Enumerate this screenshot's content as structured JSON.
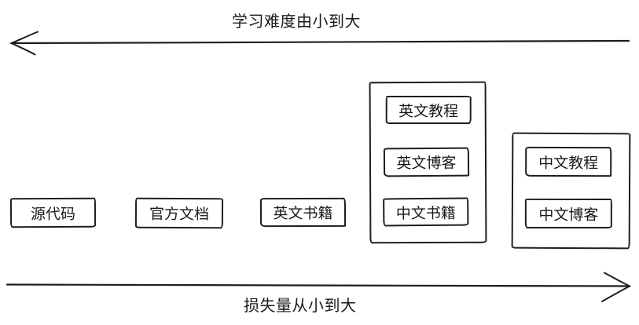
{
  "colors": {
    "background": "#ffffff",
    "stroke": "#1e1e1e",
    "text": "#1a1a1a"
  },
  "axes": {
    "top": {
      "label": "学习难度由小到大",
      "direction": "left"
    },
    "bottom": {
      "label": "损失量从小到大",
      "direction": "right"
    }
  },
  "nodes": {
    "source_code": "源代码",
    "official_docs": "官方文档",
    "english_books": "英文书籍"
  },
  "groups": {
    "middle": {
      "items": [
        "英文教程",
        "英文博客",
        "中文书籍"
      ]
    },
    "right": {
      "items": [
        "中文教程",
        "中文博客"
      ]
    }
  }
}
